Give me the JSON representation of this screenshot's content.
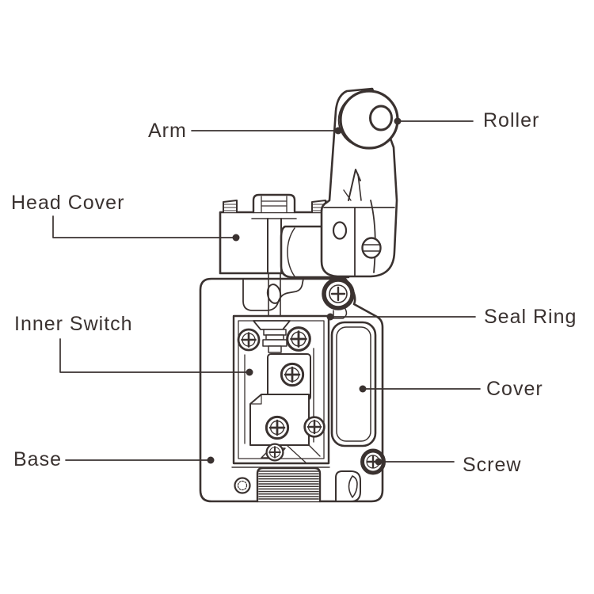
{
  "diagram": {
    "subject": "limit-switch-part-diagram",
    "labels": {
      "arm": "Arm",
      "roller": "Roller",
      "head_cover": "Head Cover",
      "inner_switch": "Inner Switch",
      "seal_ring": "Seal Ring",
      "cover": "Cover",
      "base": "Base",
      "screw": "Screw"
    },
    "colors": {
      "line": "#3a3230",
      "background": "#ffffff"
    }
  }
}
